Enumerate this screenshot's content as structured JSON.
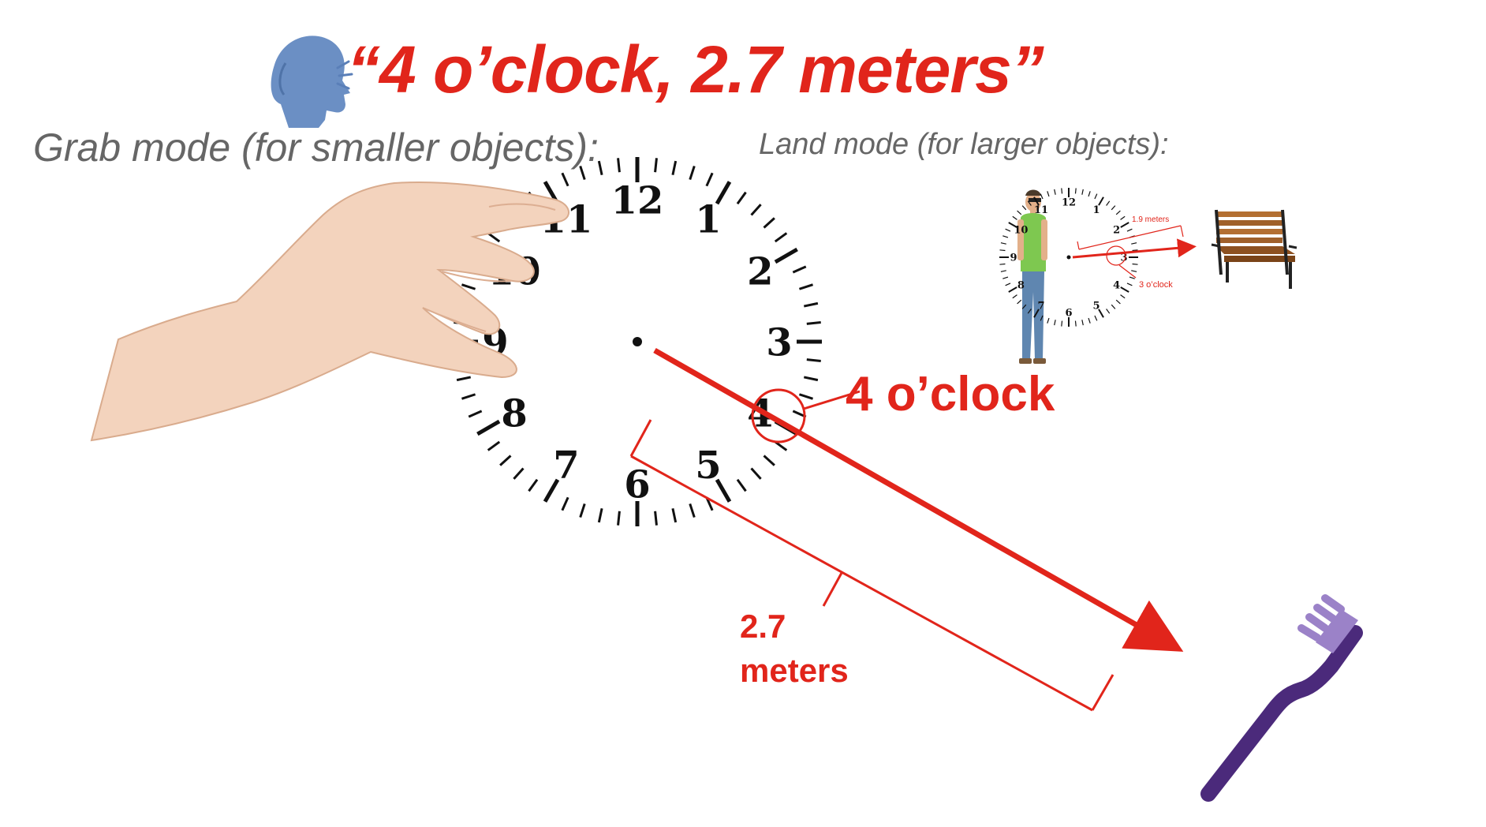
{
  "title": "“4 o’clock, 2.7 meters”",
  "speaking_icon": "speaking-head-icon",
  "grab_mode": {
    "label": "Grab mode (for smaller objects):",
    "clock_numbers": [
      "12",
      "1",
      "2",
      "3",
      "4",
      "5",
      "6",
      "7",
      "8",
      "9",
      "10",
      "11"
    ],
    "direction_label": "4 o’clock",
    "distance_line1": "2.7",
    "distance_line2": "meters",
    "target_icon": "toothbrush-icon",
    "hand_icon": "hand-icon"
  },
  "land_mode": {
    "label": "Land mode (for larger objects):",
    "clock_numbers": [
      "12",
      "1",
      "2",
      "3",
      "4",
      "5",
      "6",
      "7",
      "8",
      "9",
      "10",
      "11"
    ],
    "distance_label": "1.9 meters",
    "direction_label": "3 o’clock",
    "person_icon": "person-icon",
    "target_icon": "bench-icon"
  },
  "colors": {
    "accent": "#e1251b",
    "label_gray": "#666666",
    "toothbrush": "#4b2a7b",
    "toothbrush_bristles": "#9b82c8",
    "bench": "#9a5a24"
  }
}
